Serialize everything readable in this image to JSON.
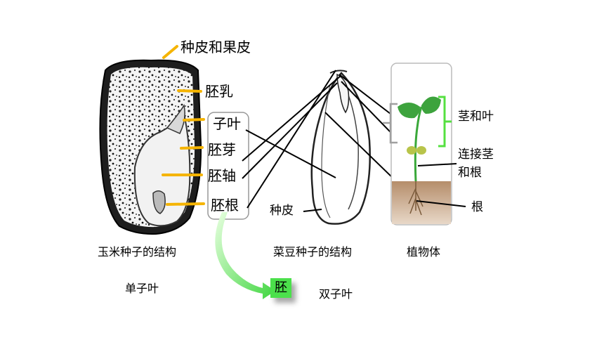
{
  "corn_labels": {
    "seed_coat_fruit_wall": "种皮和果皮",
    "endosperm": "胚乳"
  },
  "embryo_parts": {
    "cotyledon": "子叶",
    "plumule": "胚芽",
    "hypocotyl": "胚轴",
    "radicle": "胚根"
  },
  "bean_labels": {
    "seed_coat": "种皮"
  },
  "plant_labels": {
    "stem_and_leaf": "茎和叶",
    "connect_line1": "连接茎",
    "connect_line2": "和根",
    "root": "根"
  },
  "captions": {
    "corn": "玉米种子的结构",
    "bean": "菜豆种子的结构",
    "plant": "植物体",
    "monocot": "单子叶",
    "dicot": "双子叶",
    "embryo": "胚"
  },
  "colors": {
    "pointer_orange": "#f5b400",
    "bracket_green": "#55e040",
    "bracket_gray": "#a0a0a0",
    "embryo_tag": "#4be04b",
    "soil": "#c9a98a"
  }
}
